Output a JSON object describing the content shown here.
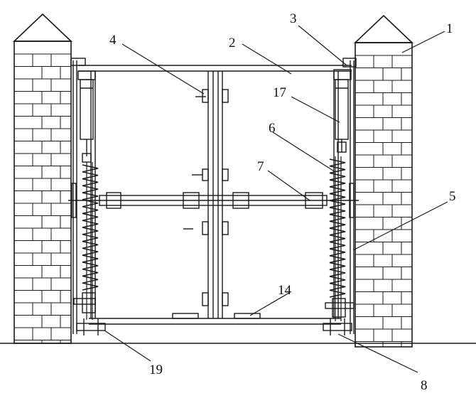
{
  "diagram": {
    "callouts": [
      {
        "id": "c1",
        "label": "1"
      },
      {
        "id": "c2",
        "label": "2"
      },
      {
        "id": "c3",
        "label": "3"
      },
      {
        "id": "c4",
        "label": "4"
      },
      {
        "id": "c5",
        "label": "5"
      },
      {
        "id": "c6",
        "label": "6"
      },
      {
        "id": "c7",
        "label": "7"
      },
      {
        "id": "c8",
        "label": "8"
      },
      {
        "id": "c14",
        "label": "14"
      },
      {
        "id": "c17",
        "label": "17"
      },
      {
        "id": "c19",
        "label": "19"
      }
    ]
  },
  "colors": {
    "ink": "#1a1a1a",
    "paper": "#ffffff"
  }
}
